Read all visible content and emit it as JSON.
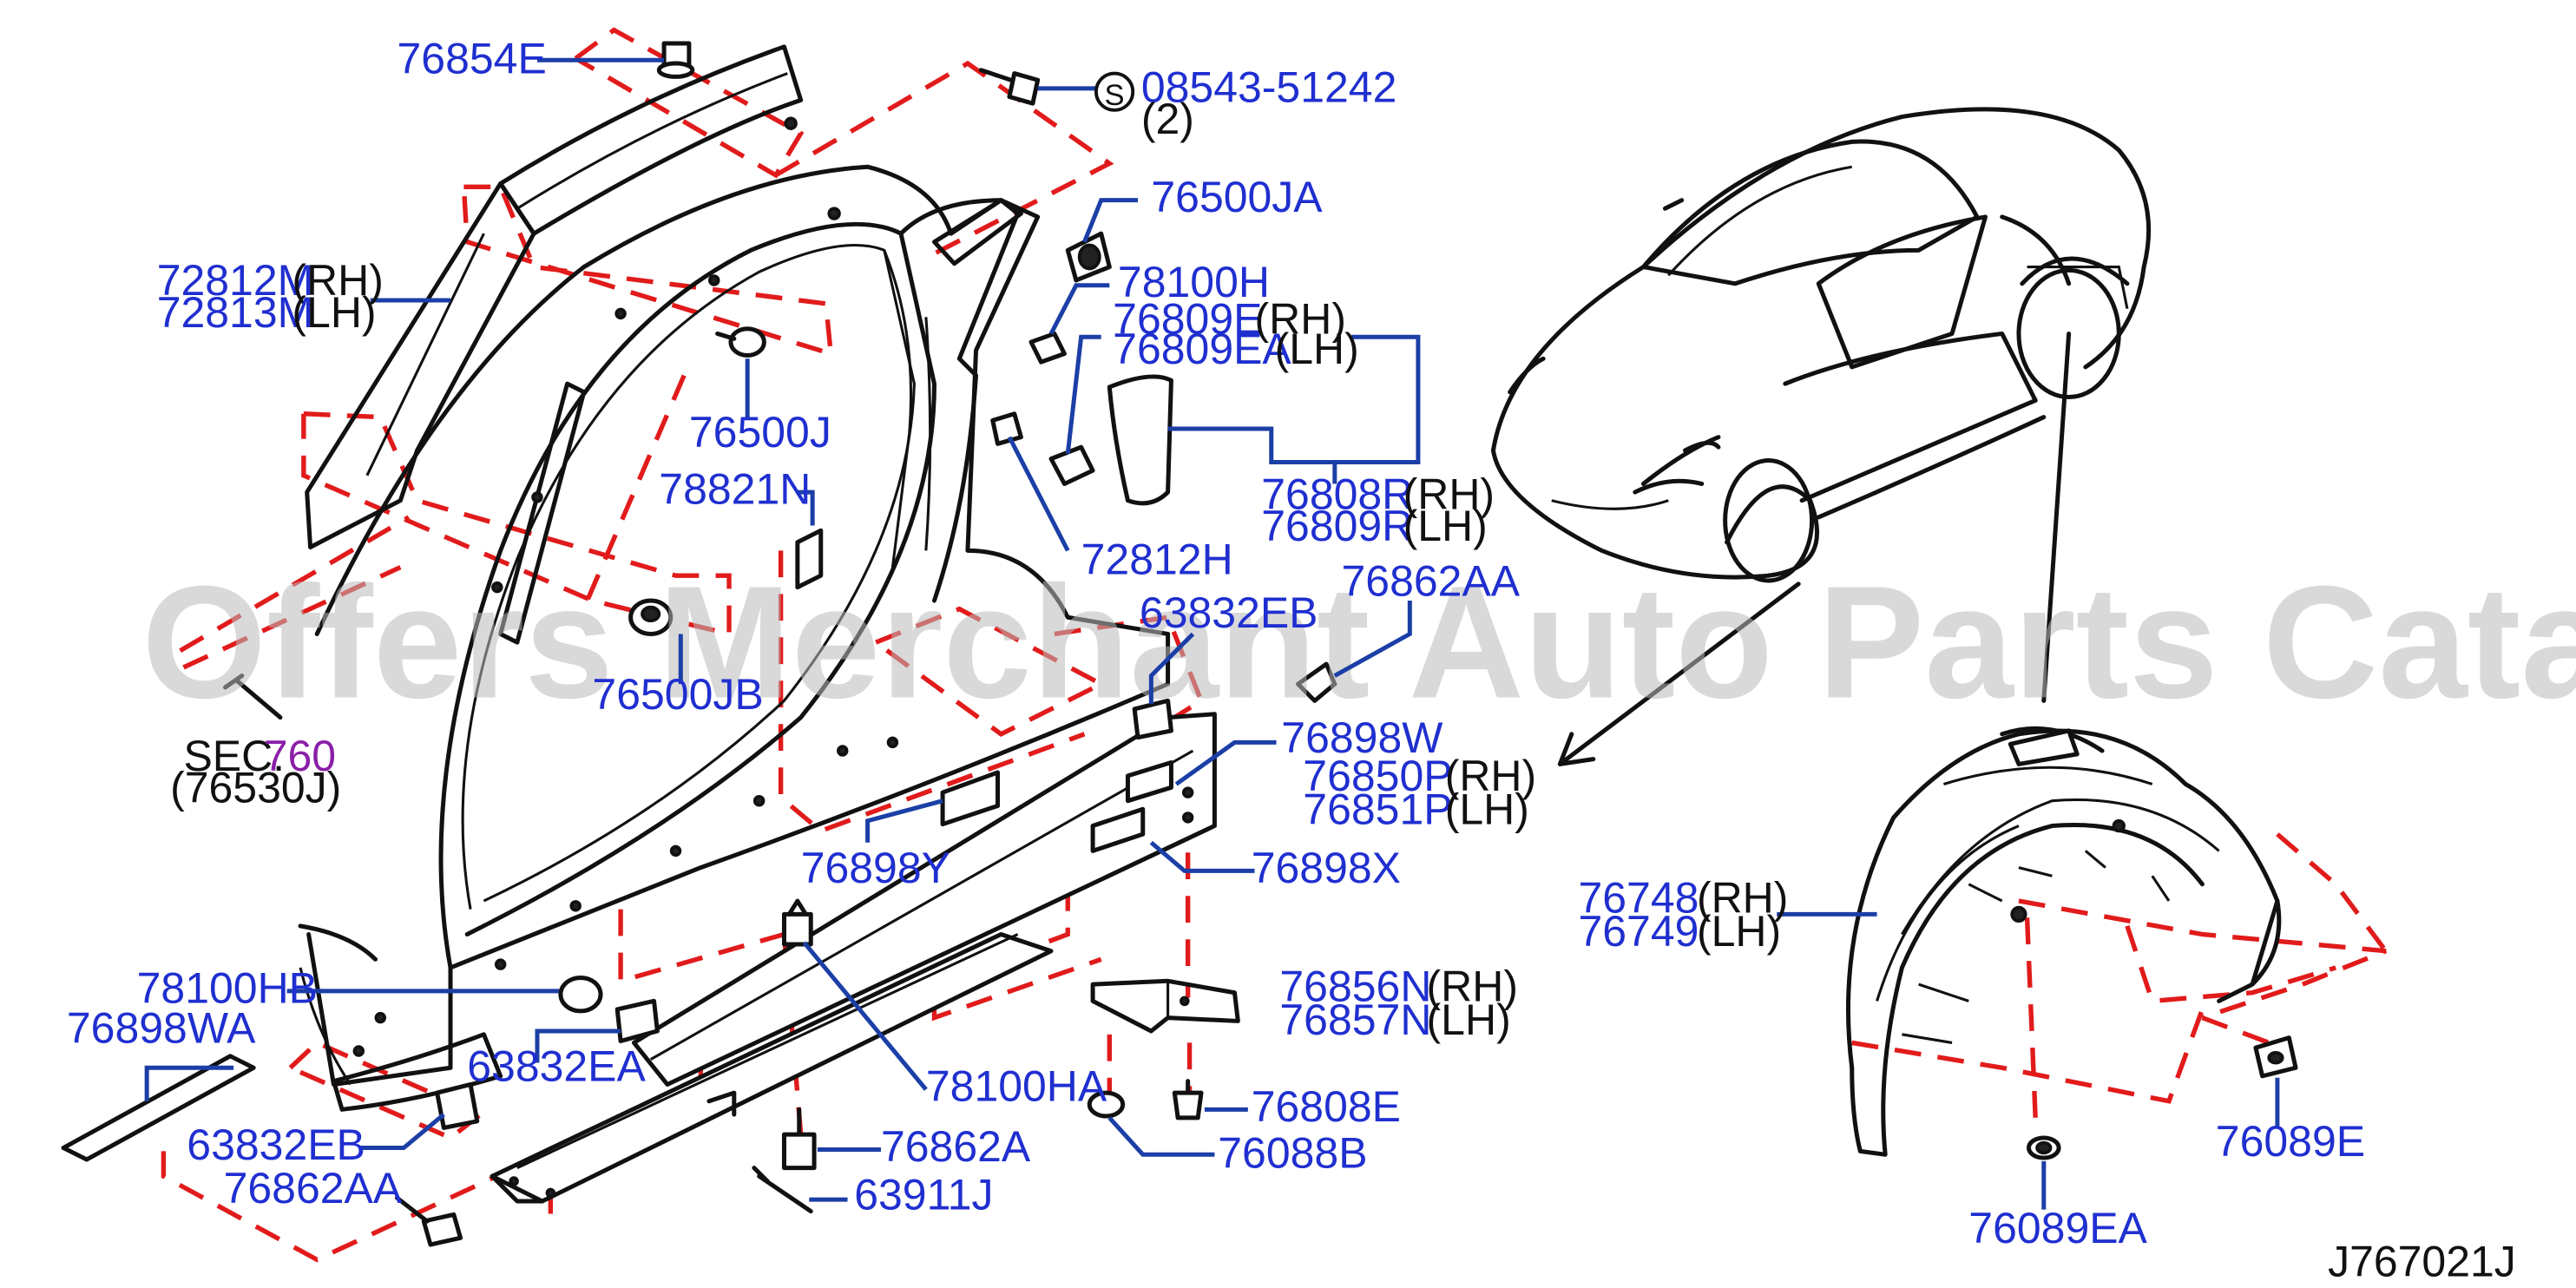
{
  "diagram": {
    "ref_code": "J767021J",
    "watermark": "Offers Merchant Auto Parts Catalog PARTSTORE.SA",
    "callouts": {
      "c76854E": "76854E",
      "c08543": "08543-51242",
      "c08543_qty": "(2)",
      "c08543_badge": "S",
      "c76500JA": "76500JA",
      "c72812M": "72812M",
      "c72812M_side": "(RH)",
      "c72813M": "72813M",
      "c72813M_side": "(LH)",
      "c78100H": "78100H",
      "c76809E": "76809E",
      "c76809E_side": "(RH)",
      "c76809EA": "76809EA",
      "c76809EA_side": "(LH)",
      "c76500J": "76500J",
      "c78821N": "78821N",
      "c76808R": "76808R",
      "c76808R_side": "(RH)",
      "c76809R": "76809R",
      "c76809R_side": "(LH)",
      "c72812H": "72812H",
      "c76862AA_top": "76862AA",
      "c63832EB_top": "63832EB",
      "c76500JB": "76500JB",
      "sec_prefix": "SEC.",
      "sec_num": "760",
      "sec_ref": "(76530J)",
      "c76898W": "76898W",
      "c76850P": "76850P",
      "c76850P_side": "(RH)",
      "c76851P": "76851P",
      "c76851P_side": "(LH)",
      "c76898Y": "76898Y",
      "c76898X": "76898X",
      "c76748": "76748",
      "c76748_side": "(RH)",
      "c76749": "76749",
      "c76749_side": "(LH)",
      "c78100HB": "78100HB",
      "c76898WA": "76898WA",
      "c63832EA": "63832EA",
      "c78100HA": "78100HA",
      "c76856N": "76856N",
      "c76856N_side": "(RH)",
      "c76857N": "76857N",
      "c76857N_side": "(LH)",
      "c76808E": "76808E",
      "c63832EB_bot": "63832EB",
      "c76862A": "76862A",
      "c76088B": "76088B",
      "c76862AA_bot": "76862AA",
      "c63911J": "63911J",
      "c76089E": "76089E",
      "c76089EA": "76089EA"
    }
  }
}
